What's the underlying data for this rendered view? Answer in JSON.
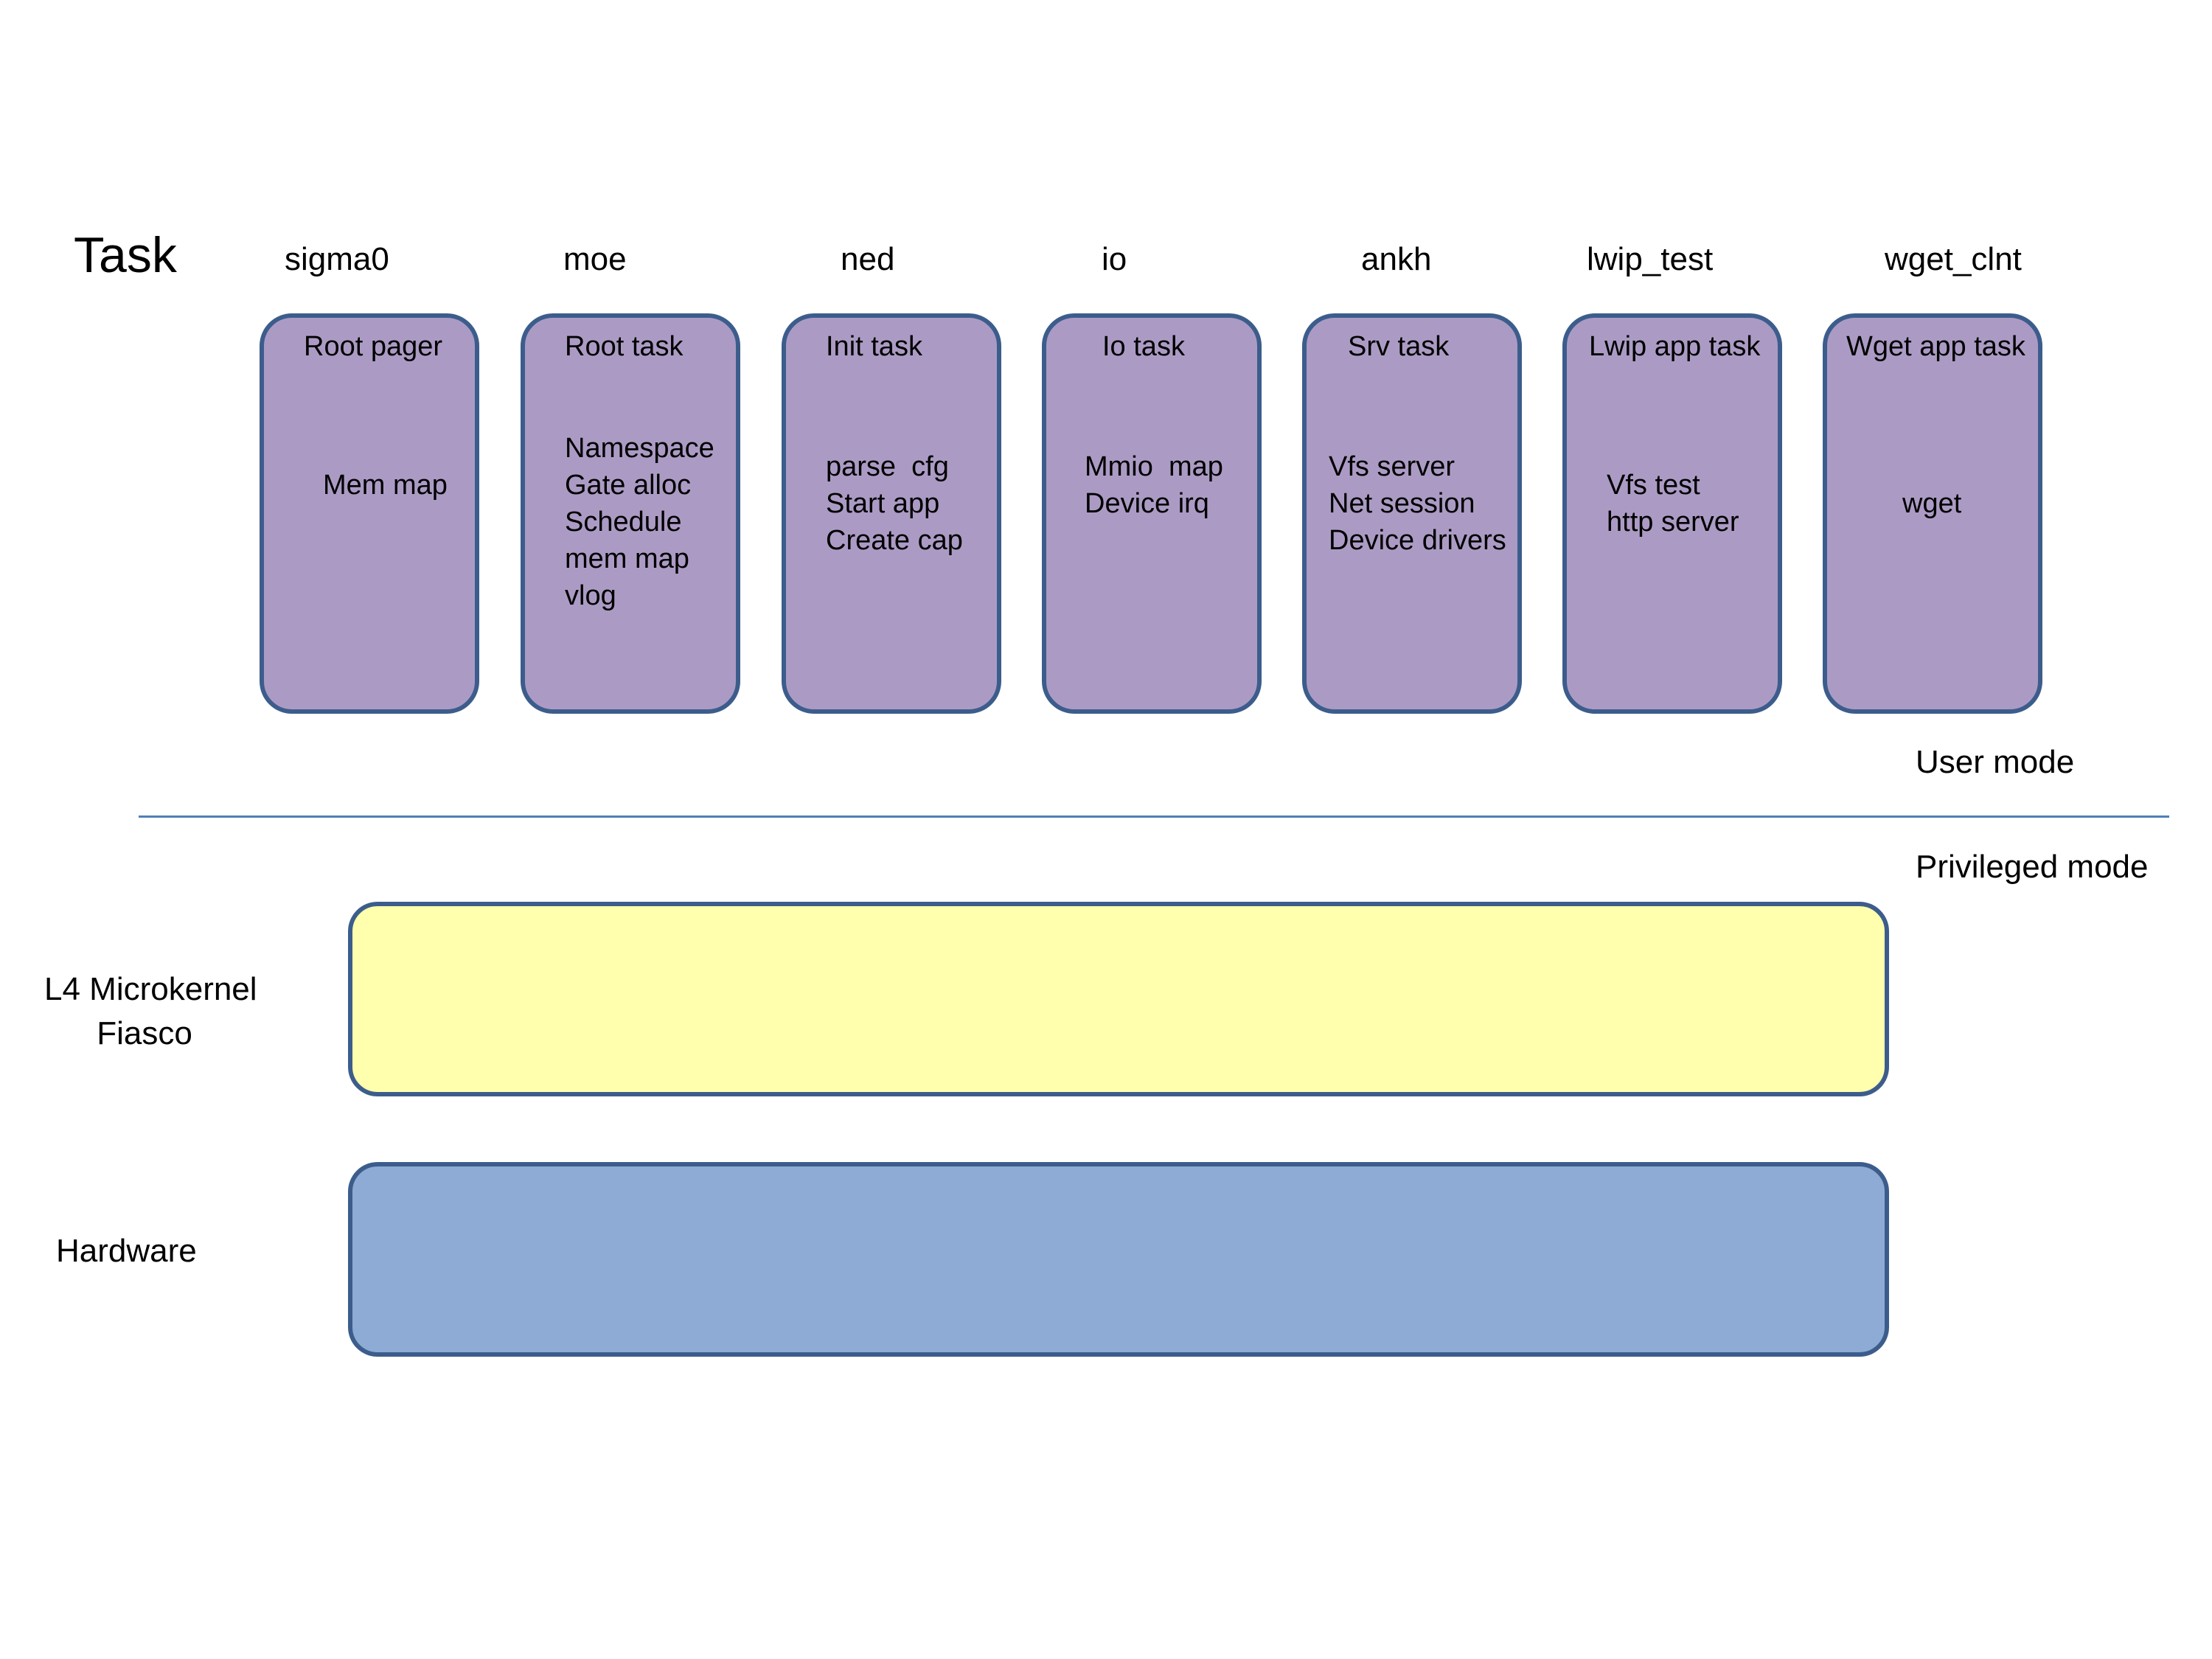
{
  "colors": {
    "task_fill": "#ab9bc4",
    "kernel_fill": "#ffffad",
    "hardware_fill": "#8dabd4",
    "border": "#3c5d8c",
    "divider": "#4f7fb8"
  },
  "heading": "Task",
  "tasks": [
    {
      "name": "sigma0",
      "title": "Root pager",
      "lines": [
        "Mem map"
      ]
    },
    {
      "name": "moe",
      "title": "Root task",
      "lines": [
        "Namespace",
        "Gate alloc",
        "Schedule",
        "mem map",
        "vlog"
      ]
    },
    {
      "name": "ned",
      "title": "Init task",
      "lines": [
        "parse  cfg",
        "Start app",
        "Create cap"
      ]
    },
    {
      "name": "io",
      "title": "Io task",
      "lines": [
        "Mmio  map",
        "Device irq"
      ]
    },
    {
      "name": "ankh",
      "title": "Srv task",
      "lines": [
        "Vfs server",
        "Net session",
        "Device drivers"
      ]
    },
    {
      "name": "lwip_test",
      "title": "Lwip app task",
      "lines": [
        "Vfs test",
        "http server"
      ]
    },
    {
      "name": "wget_clnt",
      "title": "Wget app task",
      "lines": [
        "wget"
      ]
    }
  ],
  "modes": {
    "user": "User mode",
    "privileged": "Privileged mode"
  },
  "layers": {
    "kernel": {
      "line1": "L4 Microkernel",
      "line2": "Fiasco"
    },
    "hardware": {
      "label": "Hardware"
    }
  }
}
